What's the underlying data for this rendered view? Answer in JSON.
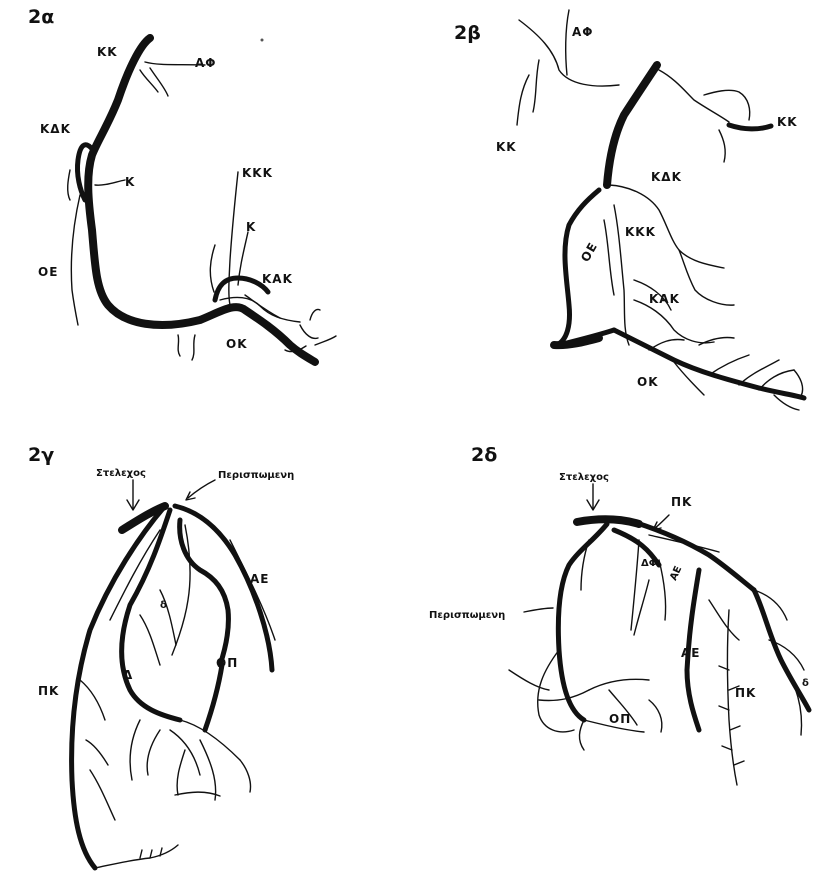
{
  "panels": {
    "a": {
      "id": "2α",
      "labels": {
        "kk": "ΚΚ",
        "af": "ΑΦ",
        "kdk": "ΚΔΚ",
        "k1": "Κ",
        "oe": "ΟΕ",
        "kkk": "ΚΚΚ",
        "k2": "Κ",
        "kak": "ΚΑΚ",
        "ok": "ΟΚ"
      }
    },
    "b": {
      "id": "2β",
      "labels": {
        "af": "ΑΦ",
        "kk_left": "ΚΚ",
        "kk_right": "ΚΚ",
        "kdk": "ΚΔΚ",
        "kkk": "ΚΚΚ",
        "oe": "ΟΕ",
        "kak": "ΚΑΚ",
        "ok": "ΟΚ"
      }
    },
    "c": {
      "id": "2γ",
      "labels": {
        "stelexos": "Στελεχος",
        "perispomeni": "Περισπωμενη",
        "ae": "ΑΕ",
        "d_small": "δ",
        "d": "Δ",
        "op": "ΟΠ",
        "pk": "ΠΚ"
      }
    },
    "d": {
      "id": "2δ",
      "labels": {
        "stelexos": "Στελεχος",
        "pk_top": "ΠΚ",
        "af": "ΔΦ",
        "ae_small": "ΑΕ",
        "perispomeni": "Περισπωμενη",
        "ae": "ΑΕ",
        "pk": "ΠΚ",
        "d": "δ",
        "op": "ΟΠ"
      }
    }
  }
}
